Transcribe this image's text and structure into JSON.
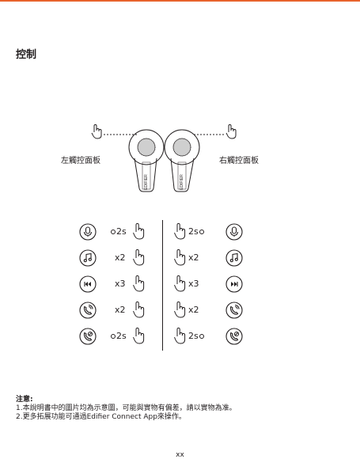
{
  "header": {
    "accent_color": "#e8632c"
  },
  "section_title": "控制",
  "illustration": {
    "left_label": "左觸控面板",
    "right_label": "右觸控面板",
    "brand_on_earbud": "EDIFIER"
  },
  "controls": {
    "rows": [
      {
        "left_icon": "mic-icon",
        "left_gesture": "2s",
        "right_gesture": "2s",
        "right_icon": "mic-icon"
      },
      {
        "left_icon": "music-note-icon",
        "left_gesture": "x2",
        "right_gesture": "x2",
        "right_icon": "music-note-icon"
      },
      {
        "left_icon": "previous-track-icon",
        "left_gesture": "x3",
        "right_gesture": "x3",
        "right_icon": "next-track-icon"
      },
      {
        "left_icon": "answer-call-icon",
        "left_gesture": "x2",
        "right_gesture": "x2",
        "right_icon": "answer-call-icon"
      },
      {
        "left_icon": "reject-call-icon",
        "left_gesture": "2s",
        "right_gesture": "2s",
        "right_icon": "reject-call-icon"
      }
    ]
  },
  "notes": {
    "title": "注意:",
    "line1": "1.本說明書中的圖片均為示意圖，可能與實物有偏差，請以實物為准。",
    "line2": "2.更多拓展功能可通過Edifier Connect App來操作。"
  },
  "page_number": "xx"
}
